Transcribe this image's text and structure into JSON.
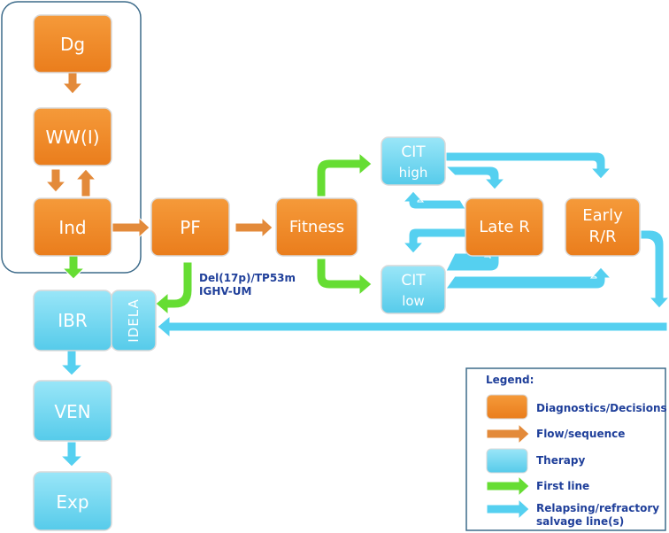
{
  "colors": {
    "decision": "#f28c28",
    "decision_stroke": "#d9d9d9",
    "therapy": "#6fd3ee",
    "therapy_stroke": "#d9d9d9",
    "flow_arrow": "#e38a3a",
    "first_line_arrow": "#66dd33",
    "salvage_arrow": "#55d0f0",
    "group_border": "#3d6b8a",
    "text_blue": "#1f3f9a"
  },
  "nodes": {
    "dg": "Dg",
    "ww": "WW(I)",
    "ind": "Ind",
    "pf": "PF",
    "fitness": "Fitness",
    "cit_high_1": "CIT",
    "cit_high_2": "high",
    "cit_low_1": "CIT",
    "cit_low_2": "low",
    "late_r": "Late R",
    "early_1": "Early",
    "early_2": "R/R",
    "ibr": "IBR",
    "idela": "IDELA",
    "ven": "VEN",
    "exp": "Exp"
  },
  "annotation": {
    "line1": "Del(17p)/TP53m",
    "line2": "IGHV-UM"
  },
  "legend": {
    "title": "Legend:",
    "items": [
      {
        "label": "Diagnostics/Decisions",
        "icon": "orange-box-icon"
      },
      {
        "label": "Flow/sequence",
        "icon": "orange-arrow-icon"
      },
      {
        "label": "Therapy",
        "icon": "blue-box-icon"
      },
      {
        "label": "First line",
        "icon": "green-arrow-icon"
      },
      {
        "label": "Relapsing/refractory",
        "icon": "blue-arrow-icon"
      }
    ],
    "item5_line2": "salvage line(s)"
  }
}
